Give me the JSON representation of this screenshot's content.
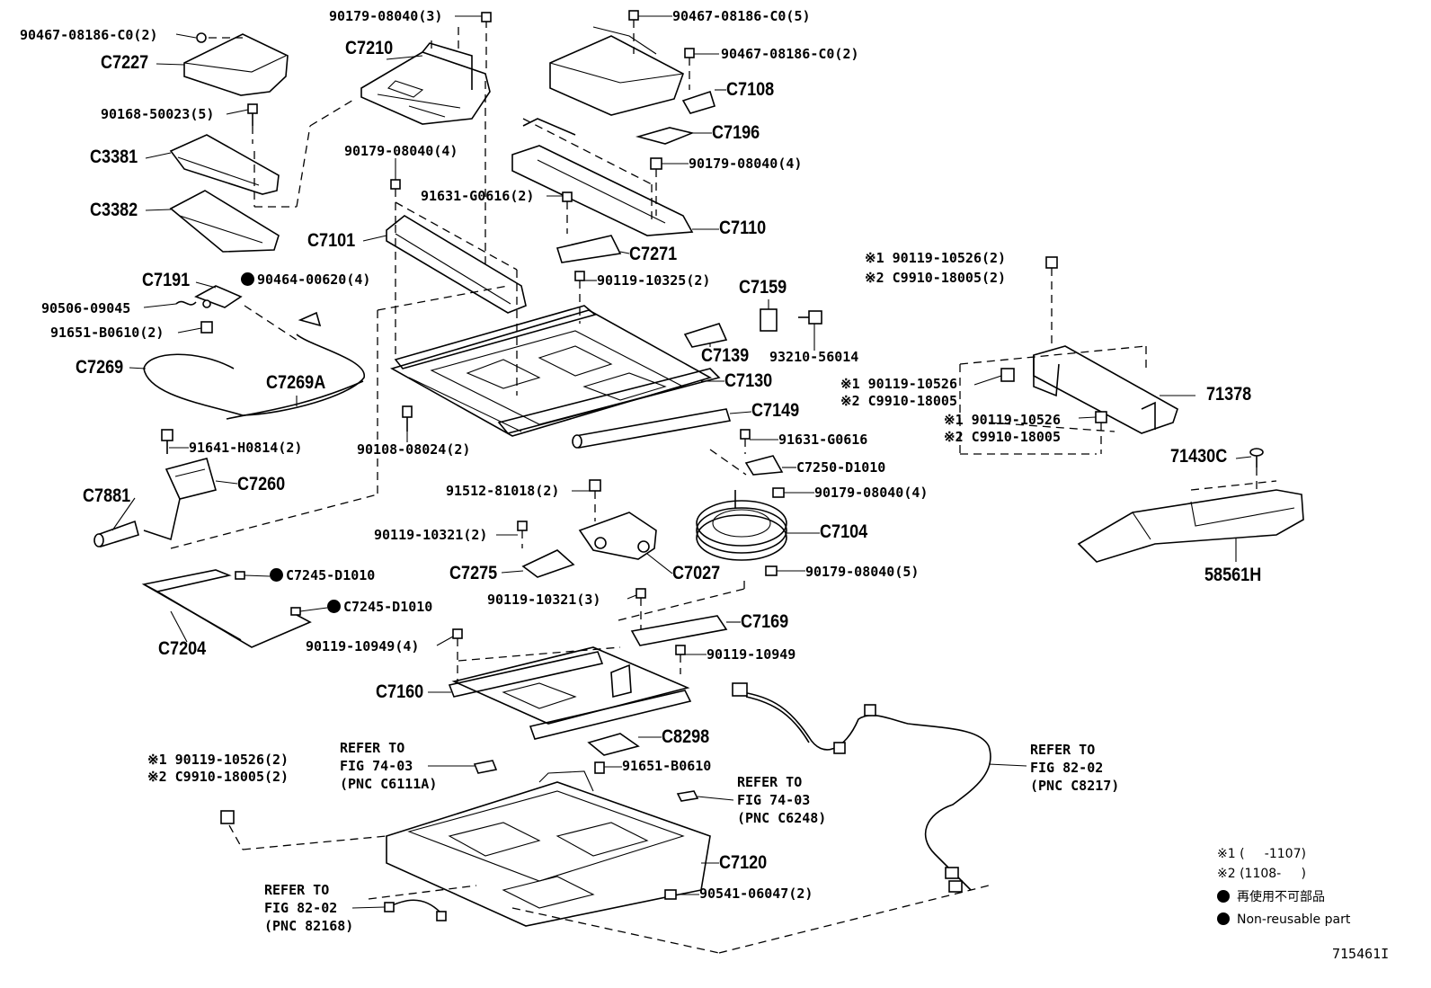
{
  "labels": [
    {
      "id": "p90467_c0_2_a",
      "text": "90467-08186-C0(2)"
    },
    {
      "id": "pC7227",
      "text": "C7227"
    },
    {
      "id": "p90168",
      "text": "90168-50023(5)"
    },
    {
      "id": "pC3381",
      "text": "C3381"
    },
    {
      "id": "pC3382",
      "text": "C3382"
    },
    {
      "id": "p90179_3",
      "text": "90179-08040(3)"
    },
    {
      "id": "pC7210",
      "text": "C7210"
    },
    {
      "id": "p90179_4a",
      "text": "90179-08040(4)"
    },
    {
      "id": "p91631_2",
      "text": "91631-G0616(2)"
    },
    {
      "id": "pC7101",
      "text": "C7101"
    },
    {
      "id": "pC7191",
      "text": "C7191"
    },
    {
      "id": "p90464",
      "text": "90464-00620(4)"
    },
    {
      "id": "p90506",
      "text": "90506-09045"
    },
    {
      "id": "p91651_2",
      "text": "91651-B0610(2)"
    },
    {
      "id": "pC7269",
      "text": "C7269"
    },
    {
      "id": "pC7269A",
      "text": "C7269A"
    },
    {
      "id": "p91641",
      "text": "91641-H0814(2)"
    },
    {
      "id": "pC7260",
      "text": "C7260"
    },
    {
      "id": "pC7881",
      "text": "C7881"
    },
    {
      "id": "p90108",
      "text": "90108-08024(2)"
    },
    {
      "id": "p90467_c0_5",
      "text": "90467-08186-C0(5)"
    },
    {
      "id": "p90467_c0_2_b",
      "text": "90467-08186-C0(2)"
    },
    {
      "id": "pC7108",
      "text": "C7108"
    },
    {
      "id": "pC7196",
      "text": "C7196"
    },
    {
      "id": "p90179_4b",
      "text": "90179-08040(4)"
    },
    {
      "id": "pC7110",
      "text": "C7110"
    },
    {
      "id": "pC7271",
      "text": "C7271"
    },
    {
      "id": "p90119_10325",
      "text": "90119-10325(2)"
    },
    {
      "id": "pC7159",
      "text": "C7159"
    },
    {
      "id": "pC7139",
      "text": "C7139"
    },
    {
      "id": "p93210",
      "text": "93210-56014"
    },
    {
      "id": "pC7130",
      "text": "C7130"
    },
    {
      "id": "pC7149",
      "text": "C7149"
    },
    {
      "id": "p91631",
      "text": "91631-G0616"
    },
    {
      "id": "pC7250",
      "text": "C7250-D1010"
    },
    {
      "id": "p91512",
      "text": "91512-81018(2)"
    },
    {
      "id": "p90179_4c",
      "text": "90179-08040(4)"
    },
    {
      "id": "p90119_10321_2",
      "text": "90119-10321(2)"
    },
    {
      "id": "pC7104",
      "text": "C7104"
    },
    {
      "id": "pC7275",
      "text": "C7275"
    },
    {
      "id": "pC7027",
      "text": "C7027"
    },
    {
      "id": "p90179_5",
      "text": "90179-08040(5)"
    },
    {
      "id": "p90119_10321_3",
      "text": "90119-10321(3)"
    },
    {
      "id": "pC7245a",
      "text": "C7245-D1010"
    },
    {
      "id": "pC7245b",
      "text": "C7245-D1010"
    },
    {
      "id": "pC7204",
      "text": "C7204"
    },
    {
      "id": "pC7169",
      "text": "C7169"
    },
    {
      "id": "p90119_10949_4",
      "text": "90119-10949(4)"
    },
    {
      "id": "p90119_10949",
      "text": "90119-10949"
    },
    {
      "id": "pC7160",
      "text": "C7160"
    },
    {
      "id": "pC8298",
      "text": "C8298"
    },
    {
      "id": "p91651",
      "text": "91651-B0610"
    },
    {
      "id": "pC7120",
      "text": "C7120"
    },
    {
      "id": "p90541",
      "text": "90541-06047(2)"
    },
    {
      "id": "p71378",
      "text": "71378"
    },
    {
      "id": "p71430C",
      "text": "71430C"
    },
    {
      "id": "p58561H",
      "text": "58561H"
    }
  ],
  "notes": [
    {
      "id": "n_r1a",
      "text": "※1 90119-10526(2)"
    },
    {
      "id": "n_r1b",
      "text": "※2 C9910-18005(2)"
    },
    {
      "id": "n_r2a",
      "text": "※1 90119-10526"
    },
    {
      "id": "n_r2b",
      "text": "※2 C9910-18005"
    },
    {
      "id": "n_r3a",
      "text": "※1 90119-10526"
    },
    {
      "id": "n_r3b",
      "text": "※2 C9910-18005"
    },
    {
      "id": "n_r4a",
      "text": "※1 90119-10526(2)"
    },
    {
      "id": "n_r4b",
      "text": "※2 C9910-18005(2)"
    }
  ],
  "refs": [
    {
      "id": "ref_a",
      "lines": [
        "REFER TO",
        "FIG 74-03",
        "(PNC C6111A)"
      ]
    },
    {
      "id": "ref_b",
      "lines": [
        "REFER TO",
        "FIG 74-03",
        "(PNC C6248)"
      ]
    },
    {
      "id": "ref_c",
      "lines": [
        "REFER TO",
        "FIG 82-02",
        "(PNC C8217)"
      ]
    },
    {
      "id": "ref_d",
      "lines": [
        "REFER TO",
        "FIG 82-02",
        "(PNC 82168)"
      ]
    }
  ],
  "legend": {
    "range1": "※1 (     -1107)",
    "range2": "※2 (1108-     )",
    "nonreusable_jp": "再使用不可部品",
    "nonreusable_en": "Non-reusable part"
  },
  "figure_id": "715461I"
}
